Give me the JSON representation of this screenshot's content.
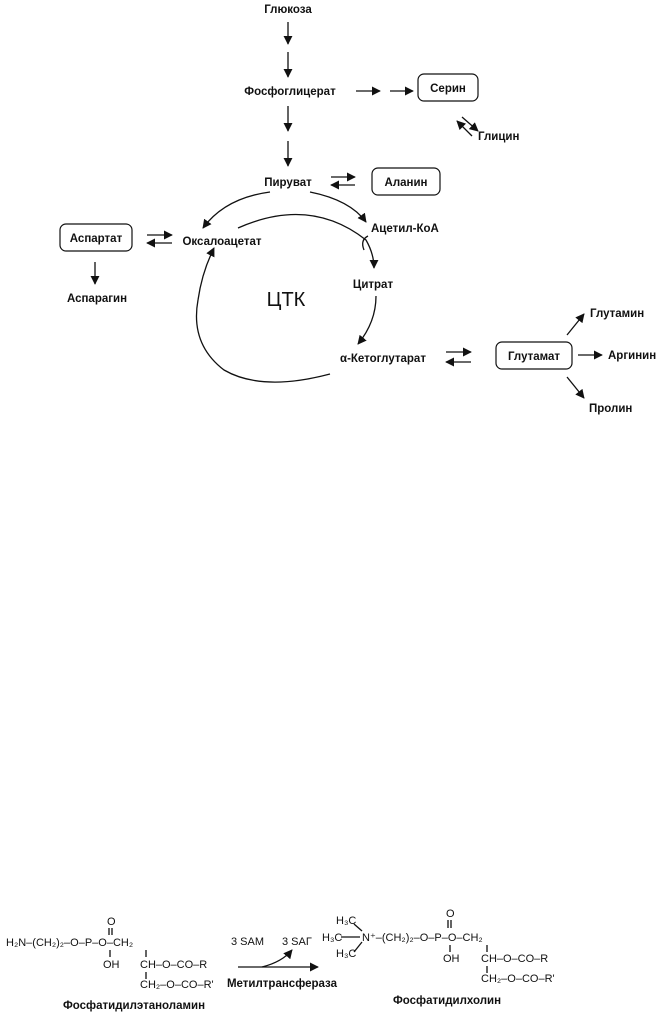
{
  "pathway": {
    "glucose": "Глюкоза",
    "phosphoglycerate": "Фосфоглицерат",
    "serine": "Серин",
    "glycine": "Глицин",
    "pyruvate": "Пируват",
    "alanine": "Аланин",
    "acetyl_coa": "Ацетил-КоА",
    "citrate": "Цитрат",
    "oxaloacetate": "Оксалоацетат",
    "aspartate": "Аспартат",
    "asparagine": "Аспарагин",
    "tca": "ЦТК",
    "alpha_ketoglutarate": "α-Кетоглутарат",
    "glutamate": "Глутамат",
    "glutamine": "Глутамин",
    "arginine": "Аргинин",
    "proline": "Пролин"
  },
  "reaction": {
    "pe_chain": "H₂N–(CH₂)₂–O–P–O–CH₂",
    "pe_o_top": "O",
    "pe_oh": "OH",
    "pe_mid": "CH–O–CO–R",
    "pe_bottom": "CH₂–O–CO–R'",
    "pe_name": "Фосфатидилэтаноламин",
    "sam": "3 SAM",
    "sah": "3 SAГ",
    "enzyme": "Метилтрансфераза",
    "pc_me1": "H₃C",
    "pc_me2": "H₃C",
    "pc_me3": "H₃C",
    "pc_chain": "N⁺–(CH₂)₂–O–P–O–CH₂",
    "pc_o_top": "O",
    "pc_oh": "OH",
    "pc_mid": "CH–O–CO–R",
    "pc_bottom": "CH₂–O–CO–R'",
    "pc_name": "Фосфатидилхолин"
  }
}
